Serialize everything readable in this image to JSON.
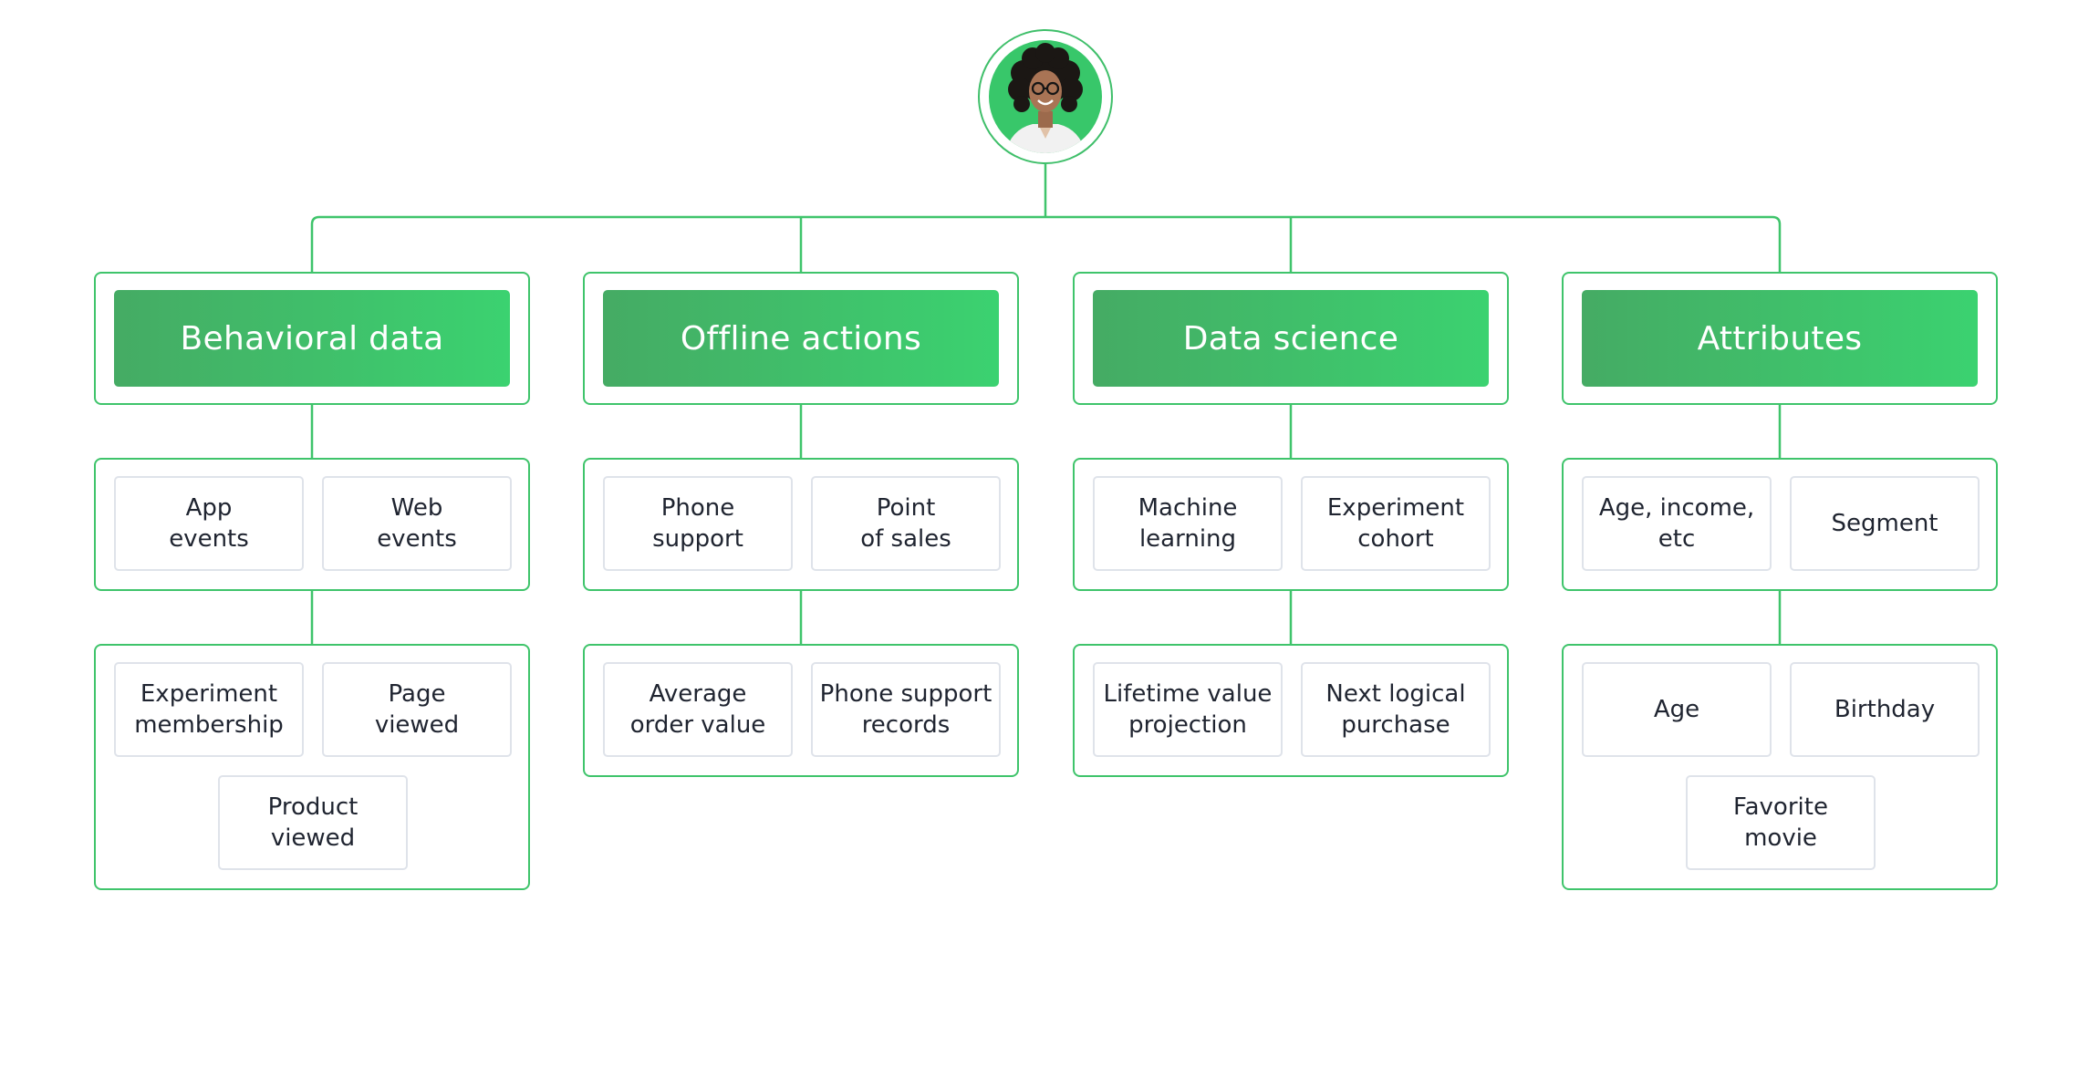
{
  "columns": [
    {
      "title": "Behavioral data",
      "row2": [
        "App\nevents",
        "Web\nevents"
      ],
      "row3": [
        "Experiment\nmembership",
        "Page\nviewed",
        "Product\nviewed"
      ]
    },
    {
      "title": "Offline actions",
      "row2": [
        "Phone\nsupport",
        "Point\nof sales"
      ],
      "row3": [
        "Average\norder value",
        "Phone support\nrecords"
      ]
    },
    {
      "title": "Data science",
      "row2": [
        "Machine\nlearning",
        "Experiment\ncohort"
      ],
      "row3": [
        "Lifetime value\nprojection",
        "Next logical\npurchase"
      ]
    },
    {
      "title": "Attributes",
      "row2": [
        "Age, income,\netc",
        "Segment"
      ],
      "row3": [
        "Age",
        "Birthday",
        "Favorite\nmovie"
      ]
    }
  ],
  "colors": {
    "accent": "#3fc46b",
    "header_gradient_start": "#45ab64",
    "header_gradient_end": "#3bd270",
    "chip_border": "#dfe3ea"
  }
}
